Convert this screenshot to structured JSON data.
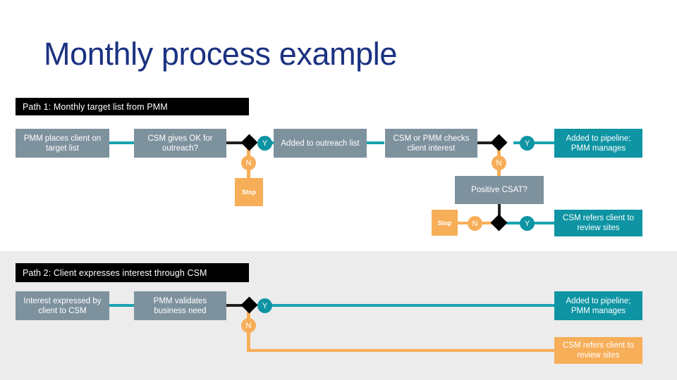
{
  "slide": {
    "title": "Monthly process example",
    "title_color": "#1b3281",
    "background": "#ffffff",
    "band_color": "#ececec"
  },
  "palette": {
    "gray_blue": "#7e929e",
    "teal": "#0e94a3",
    "teal_line": "#19a3b0",
    "orange": "#f7ae58",
    "black": "#000000",
    "white": "#ffffff"
  },
  "path1": {
    "banner": "Path 1: Monthly target list from PMM",
    "step_pmm_target": "PMM places client on target list",
    "step_csm_ok": "CSM gives OK for outreach?",
    "step_outreach_list": "Added to outreach list",
    "step_checks_interest": "CSM or PMM checks client  interest",
    "step_pipeline": "Added to pipeline; PMM manages",
    "step_csat": "Positive CSAT?",
    "step_review_sites": "CSM refers client to review sites",
    "stop_1": "Stop",
    "stop_2": "Stop",
    "yes_1": "Y",
    "no_1": "N",
    "yes_2": "Y",
    "no_2": "N",
    "yes_3": "Y",
    "no_3": "N"
  },
  "path2": {
    "banner": "Path 2: Client expresses interest through CSM",
    "step_interest": "Interest expressed by client to CSM",
    "step_validates": "PMM validates business need",
    "step_pipeline": "Added to pipeline; PMM manages",
    "step_review_sites": "CSM refers client to review sites",
    "yes_1": "Y",
    "no_1": "N"
  }
}
